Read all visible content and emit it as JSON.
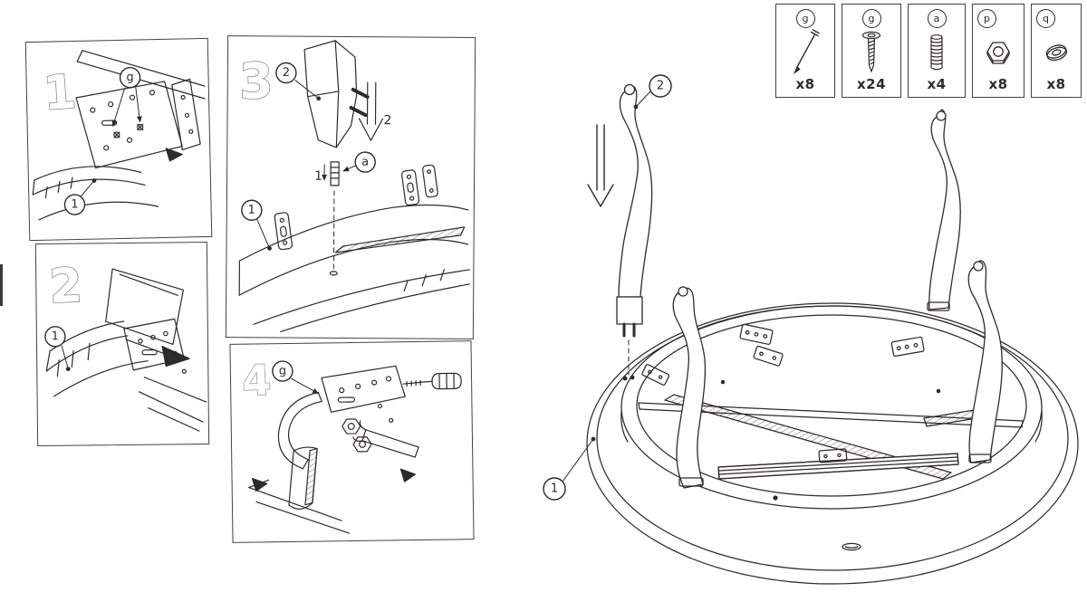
{
  "colors": {
    "ink": "#2e2b28",
    "paper": "#ffffff",
    "numeral_outline": "#908d89"
  },
  "hardware_legend": {
    "items": [
      {
        "label": "g",
        "icon": "long-screw-icon",
        "qty": "x8"
      },
      {
        "label": "g",
        "icon": "wood-screw-icon",
        "qty": "x24"
      },
      {
        "label": "a",
        "icon": "dowel-icon",
        "qty": "x4"
      },
      {
        "label": "p",
        "icon": "hex-nut-icon",
        "qty": "x8"
      },
      {
        "label": "q",
        "icon": "washer-icon",
        "qty": "x8"
      }
    ]
  },
  "steps": {
    "step1": {
      "number": "1",
      "callout_g": "g",
      "callout_1": "1"
    },
    "step2": {
      "number": "2",
      "callout_1": "1"
    },
    "step3": {
      "number": "3",
      "callout_2": "2",
      "callout_a": "a",
      "callout_1": "1",
      "arrow_label_2": "2",
      "arrow_label_1": "1"
    },
    "step4": {
      "number": "4",
      "callout_g": "g"
    }
  },
  "main_diagram": {
    "callout_2": "2",
    "callout_1": "1"
  }
}
